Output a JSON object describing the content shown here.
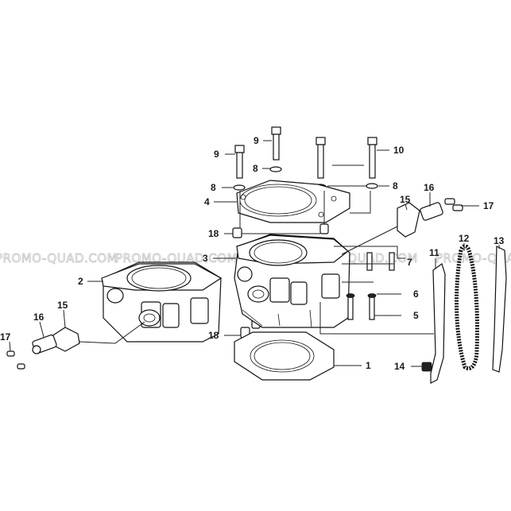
{
  "watermark": {
    "text": "PROMO-QUAD.COM",
    "color": "#c7c7c7"
  },
  "callouts": [
    {
      "id": "c1",
      "label": "1"
    },
    {
      "id": "c2",
      "label": "2"
    },
    {
      "id": "c3",
      "label": "3"
    },
    {
      "id": "c4",
      "label": "4"
    },
    {
      "id": "c5",
      "label": "5"
    },
    {
      "id": "c6",
      "label": "6"
    },
    {
      "id": "c7",
      "label": "7"
    },
    {
      "id": "c8a",
      "label": "8"
    },
    {
      "id": "c8b",
      "label": "8"
    },
    {
      "id": "c8c",
      "label": "8"
    },
    {
      "id": "c9a",
      "label": "9"
    },
    {
      "id": "c9b",
      "label": "9"
    },
    {
      "id": "c10",
      "label": "10"
    },
    {
      "id": "c11",
      "label": "11"
    },
    {
      "id": "c12",
      "label": "12"
    },
    {
      "id": "c13",
      "label": "13"
    },
    {
      "id": "c14",
      "label": "14"
    },
    {
      "id": "c15a",
      "label": "15"
    },
    {
      "id": "c15b",
      "label": "15"
    },
    {
      "id": "c16a",
      "label": "16"
    },
    {
      "id": "c16b",
      "label": "16"
    },
    {
      "id": "c17a",
      "label": "17"
    },
    {
      "id": "c17b",
      "label": "17"
    },
    {
      "id": "c18a",
      "label": "18"
    },
    {
      "id": "c18b",
      "label": "18"
    }
  ]
}
